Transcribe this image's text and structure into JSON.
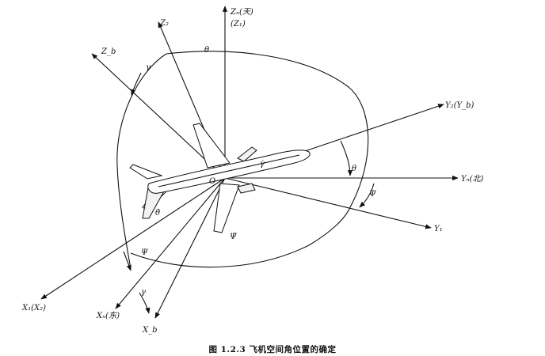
{
  "figure": {
    "caption": "图 1.2.3   飞机空间角位置的确定",
    "origin_label": "O",
    "axes": {
      "zn": {
        "label": "Zₙ(天)",
        "sub": "(Z₁)"
      },
      "z2": {
        "label": "Z₂"
      },
      "zb": {
        "label": "Z_b"
      },
      "y2": {
        "label": "Y₂(Y_b)"
      },
      "yn": {
        "label": "Yₙ(北)"
      },
      "y1": {
        "label": "Y₁"
      },
      "x1": {
        "label": "X₁(X₂)"
      },
      "xn": {
        "label": "Xₙ(东)"
      },
      "xb": {
        "label": "X_b"
      }
    },
    "angles": {
      "theta": "θ",
      "gamma": "γ",
      "psi": "Ψ",
      "theta_dot": "θ̇",
      "gamma_dot": "γ̇",
      "psi_dot": "Ψ̇"
    }
  }
}
